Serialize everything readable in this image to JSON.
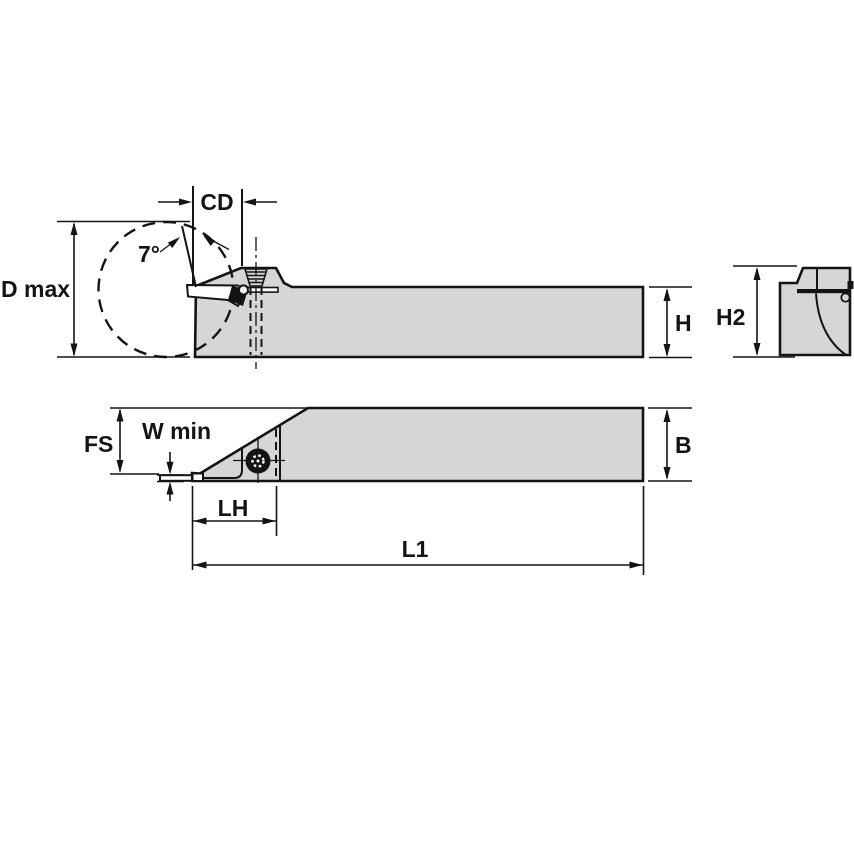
{
  "labels": {
    "cd": "CD",
    "angle": "7°",
    "d_max": "D max",
    "h": "H",
    "h2": "H2",
    "fs": "FS",
    "w_min": "W min",
    "b": "B",
    "lh": "LH",
    "l1": "L1"
  },
  "colors": {
    "body_fill": "#d6d6d6",
    "line": "#141414",
    "background": "#ffffff"
  }
}
